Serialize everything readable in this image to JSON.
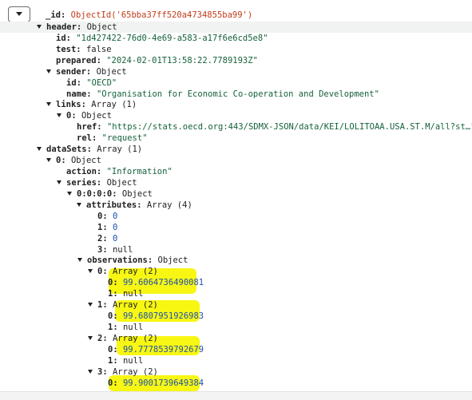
{
  "doc": {
    "id_key": "_id:",
    "id_value": "ObjectId('65bba37ff520a4734855ba99')",
    "header_key": "header:",
    "header_type": "Object",
    "header_id_key": "id:",
    "header_id_value": "\"1d427422-76d0-4e69-a583-a17f6e6cd5e8\"",
    "test_key": "test:",
    "test_value": "false",
    "prepared_key": "prepared:",
    "prepared_value": "\"2024-02-01T13:58:22.7789193Z\"",
    "sender_key": "sender:",
    "sender_type": "Object",
    "sender_id_key": "id:",
    "sender_id_value": "\"OECD\"",
    "sender_name_key": "name:",
    "sender_name_value": "\"Organisation for Economic Co-operation and Development\"",
    "links_key": "links:",
    "links_type": "Array (1)",
    "links0_key": "0:",
    "links0_type": "Object",
    "href_key": "href:",
    "href_value": "\"https://stats.oecd.org:443/SDMX-JSON/data/KEI/LOLITOAA.USA.ST.M/all?st…\"",
    "rel_key": "rel:",
    "rel_value": "\"request\"",
    "datasets_key": "dataSets:",
    "datasets_type": "Array (1)",
    "ds0_key": "0:",
    "ds0_type": "Object",
    "action_key": "action:",
    "action_value": "\"Information\"",
    "series_key": "series:",
    "series_type": "Object",
    "s0000_key": "0:0:0:0:",
    "s0000_type": "Object",
    "attributes_key": "attributes:",
    "attributes_type": "Array (4)",
    "attr": [
      {
        "key": "0:",
        "value": "0"
      },
      {
        "key": "1:",
        "value": "0"
      },
      {
        "key": "2:",
        "value": "0"
      },
      {
        "key": "3:",
        "value": "null"
      }
    ],
    "observations_key": "observations:",
    "observations_type": "Object",
    "obs": [
      {
        "key": "0:",
        "type": "Array (2)",
        "v0_key": "0:",
        "v0": "99.6064736490081",
        "v1_key": "1:",
        "v1": "null"
      },
      {
        "key": "1:",
        "type": "Array (2)",
        "v0_key": "0:",
        "v0": "99.6807951926983",
        "v1_key": "1:",
        "v1": "null"
      },
      {
        "key": "2:",
        "type": "Array (2)",
        "v0_key": "0:",
        "v0": "99.7778539792679",
        "v1_key": "1:",
        "v1": "null"
      },
      {
        "key": "3:",
        "type": "Array (2)",
        "v0_key": "0:",
        "v0": "99.9001739649384"
      }
    ]
  },
  "colors": {
    "string": "#16623a",
    "number": "#1d4fb0",
    "objectid": "#c33b1a",
    "highlight": "#f7f713"
  }
}
